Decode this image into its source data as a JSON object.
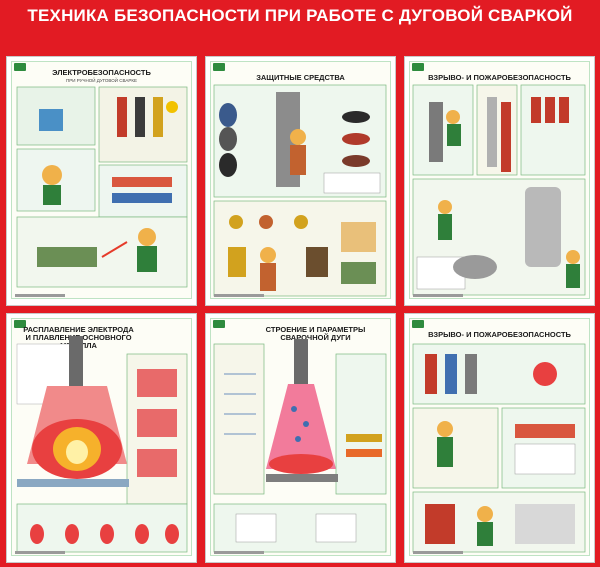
{
  "board": {
    "title": "ТЕХНИКА БЕЗОПАСНОСТИ ПРИ РАБОТЕ С ДУГОВОЙ СВАРКОЙ",
    "background_color": "#e21b23"
  },
  "posters": [
    {
      "title": "ЭЛЕКТРОБЕЗОПАСНОСТЬ",
      "subtitle": "ПРИ РУЧНОЙ ДУГОВОЙ СВАРКЕ"
    },
    {
      "title": "ЗАЩИТНЫЕ СРЕДСТВА",
      "subtitle": ""
    },
    {
      "title": "ВЗРЫВО- И ПОЖАРОБЕЗОПАСНОСТЬ",
      "subtitle": ""
    },
    {
      "title": "РАСПЛАВЛЕНИЕ ЭЛЕКТРОДА И ПЛАВЛЕНИЕ ОСНОВНОГО МЕТАЛЛА",
      "subtitle": ""
    },
    {
      "title": "СТРОЕНИЕ И ПАРАМЕТРЫ СВАРОЧНОЙ ДУГИ",
      "subtitle": ""
    },
    {
      "title": "ВЗРЫВО- И ПОЖАРОБЕЗОПАСНОСТЬ",
      "subtitle": ""
    }
  ],
  "icons": [
    "welder-illustration",
    "welding-mask-icon",
    "fire-extinguisher-icon",
    "electrode-flame-icon",
    "arc-diagram-icon"
  ]
}
